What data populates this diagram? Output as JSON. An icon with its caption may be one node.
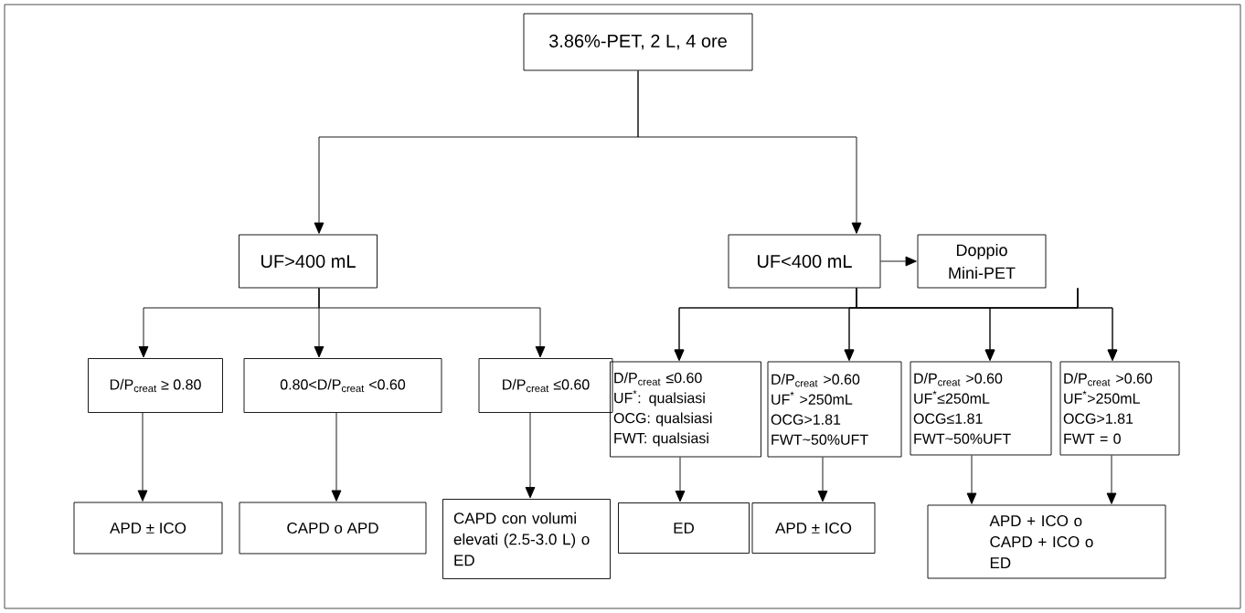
{
  "diagram": {
    "nodes": [
      {
        "text": [
          "3.86%-PET, 2 L, 4 ore"
        ]
      },
      {
        "text": [
          "UF>400 mL"
        ]
      },
      {
        "text": [
          "UF<400 mL"
        ]
      },
      {
        "text": [
          "Doppio Mini-PET"
        ]
      },
      {
        "text": [
          "D/P$_{creat}$ ≥ 0.80"
        ]
      },
      {
        "text": [
          "0.80<D/P$_{creat}$ <0.60"
        ]
      },
      {
        "text": [
          "D/P$_{creat}$ ≤0.60"
        ]
      },
      {
        "text": [
          "D/P$_{creat}$ ≤0.60",
          "UF$^{*}$: qualsiasi",
          "OCG: qualsiasi",
          "FWT: qualsiasi"
        ]
      },
      {
        "text": [
          "D/P$_{creat}$ >0.60",
          "UF$^{*}$ >250mL",
          "OCG>1.81",
          "FWT~50%UFT"
        ]
      },
      {
        "text": [
          "D/P$_{creat}$ >0.60",
          "UF$^{*}$≤250mL",
          "OCG≤1.81",
          "FWT~50%UFT"
        ]
      },
      {
        "text": [
          "D/P$_{creat}$ >0.60",
          "UF$^{*}$>250mL",
          "OCG>1.81",
          "FWT = 0"
        ]
      },
      {
        "text": [
          "APD ± ICO"
        ]
      },
      {
        "text": [
          "CAPD o APD"
        ]
      },
      {
        "text": [
          "CAPD con volumi elevati (2.5-3.0 L) o ED"
        ]
      },
      {
        "text": [
          "ED"
        ]
      },
      {
        "text": [
          "APD ± ICO"
        ]
      },
      {
        "text": [
          "APD + ICO o CAPD + ICO o ED"
        ]
      }
    ],
    "edges": [
      {
        "from": 0,
        "to": 1,
        "arrow": "to"
      },
      {
        "from": 0,
        "to": 2,
        "arrow": "to"
      },
      {
        "from": 2,
        "to": 3,
        "arrow": "to"
      },
      {
        "from": 1,
        "to": 4,
        "arrow": "to"
      },
      {
        "from": 1,
        "to": 5,
        "arrow": "to"
      },
      {
        "from": 1,
        "to": 6,
        "arrow": "to"
      },
      {
        "from": 2,
        "to": 7,
        "arrow": "to"
      },
      {
        "from": 2,
        "to": 8,
        "arrow": "to"
      },
      {
        "from": 2,
        "to": 9,
        "arrow": "to"
      },
      {
        "from": 2,
        "to": 10,
        "arrow": "to"
      },
      {
        "from": 3,
        "to": 7,
        "arrow": "to"
      },
      {
        "from": 3,
        "to": 8,
        "arrow": "to"
      },
      {
        "from": 3,
        "to": 9,
        "arrow": "to"
      },
      {
        "from": 3,
        "to": 10,
        "arrow": "to"
      },
      {
        "from": 4,
        "to": 11,
        "arrow": "to"
      },
      {
        "from": 5,
        "to": 12,
        "arrow": "to"
      },
      {
        "from": 6,
        "to": 13,
        "arrow": "to"
      },
      {
        "from": 7,
        "to": 14,
        "arrow": "to"
      },
      {
        "from": 8,
        "to": 15,
        "arrow": "to"
      },
      {
        "from": 9,
        "to": 16,
        "arrow": "to"
      },
      {
        "from": 10,
        "to": 16,
        "arrow": "to"
      }
    ]
  }
}
